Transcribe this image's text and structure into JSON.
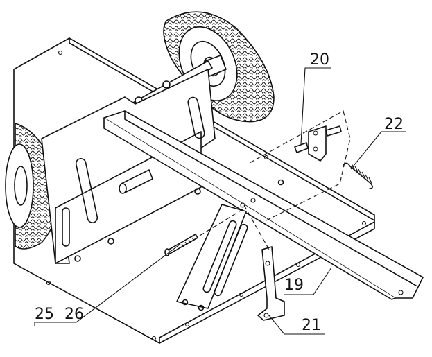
{
  "callouts": {
    "part_20": "20",
    "part_22": "22",
    "part_19": "19",
    "part_21": "21",
    "part_25": "25",
    "part_26": "26"
  },
  "colors": {
    "line": "#111111",
    "background": "#ffffff"
  }
}
